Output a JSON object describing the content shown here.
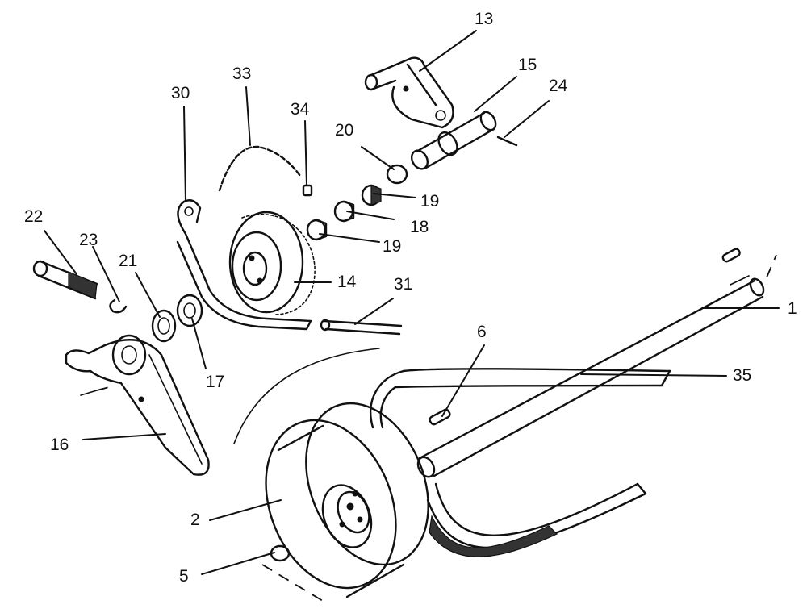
{
  "callouts": {
    "p1": "1",
    "p2": "2",
    "p5": "5",
    "p6": "6",
    "p13": "13",
    "p14": "14",
    "p15": "15",
    "p16": "16",
    "p17": "17",
    "p18": "18",
    "p19a": "19",
    "p19b": "19",
    "p20": "20",
    "p21": "21",
    "p22": "22",
    "p23": "23",
    "p24": "24",
    "p30": "30",
    "p31": "31",
    "p33": "33",
    "p34": "34",
    "p35": "35"
  }
}
